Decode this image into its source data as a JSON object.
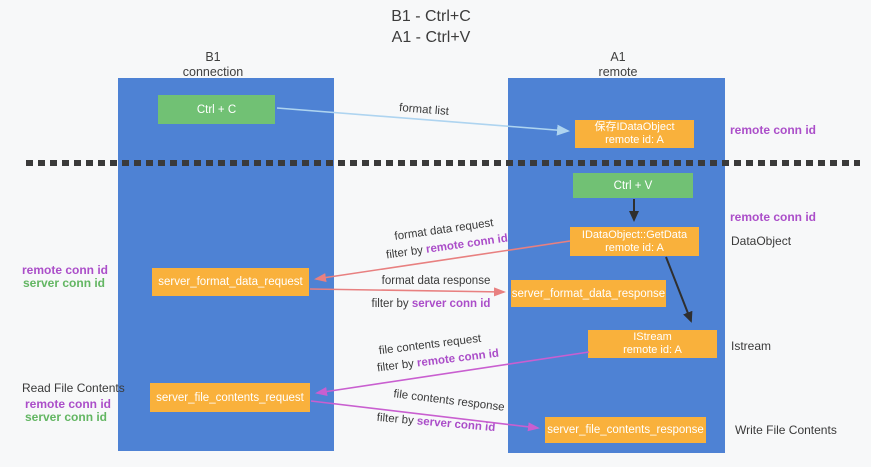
{
  "title": {
    "line1": "B1 - Ctrl+C",
    "line2": "A1 - Ctrl+V"
  },
  "lanes": {
    "left": {
      "header_line1": "B1",
      "header_line2": "connection"
    },
    "right": {
      "header_line1": "A1",
      "header_line2": "remote"
    }
  },
  "nodes": {
    "ctrl_c": "Ctrl + C",
    "ctrl_v": "Ctrl + V",
    "save_idataobject": {
      "line1": "保存IDataObject",
      "line2": "remote id: A"
    },
    "getdata": {
      "line1": "IDataObject::GetData",
      "line2": "remote id: A"
    },
    "istream": {
      "line1": "IStream",
      "line2": "remote id: A"
    },
    "server_format_data_request": "server_format_data_request",
    "server_format_data_response": "server_format_data_response",
    "server_file_contents_request": "server_file_contents_request",
    "server_file_contents_response": "server_file_contents_response"
  },
  "side_labels": {
    "right": {
      "remote_conn_id_top": "remote conn id",
      "remote_conn_id_mid": "remote conn id",
      "dataobject": "DataObject",
      "istream": "Istream",
      "write_file_contents": "Write File Contents"
    },
    "left": {
      "remote_conn_id_1": "remote conn id",
      "server_conn_id_1": "server conn id",
      "read_file_contents": "Read File Contents",
      "remote_conn_id_2": "remote conn id",
      "server_conn_id_2": "server conn id"
    }
  },
  "edge_labels": {
    "format_list": "format list",
    "format_data_request": "format data request",
    "format_data_response": "format data response",
    "file_contents_request": "file contents request",
    "file_contents_response": "file contents response",
    "filter_by": "filter by ",
    "remote_conn_id": "remote conn id",
    "server_conn_id": "server conn id"
  },
  "colors": {
    "background": "#f7f8f9",
    "lane_blue": "#4e82d4",
    "node_orange": "#f9b13c",
    "node_green": "#71c174",
    "accent_purple": "#ab4ec9",
    "accent_green": "#63b663",
    "arrow_salmon": "#e88080",
    "arrow_magenta": "#c95fd0",
    "arrow_lightblue": "#aed4f0",
    "arrow_black": "#2f2f2f",
    "dashed_line": "#3a3a3a"
  }
}
